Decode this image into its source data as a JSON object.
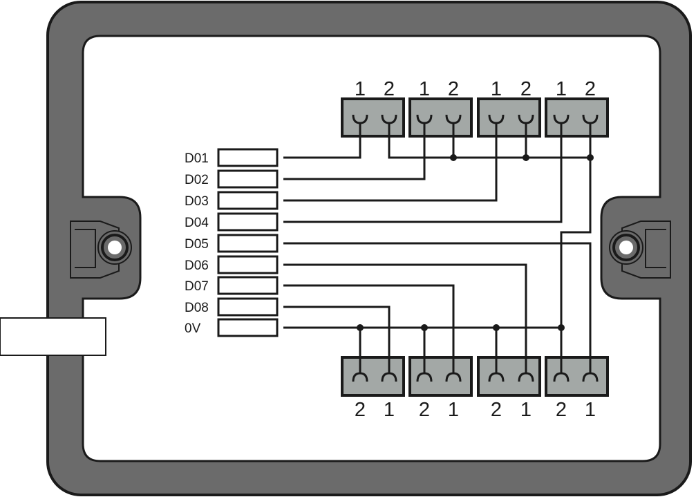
{
  "terminals": [
    {
      "label": "D01"
    },
    {
      "label": "D02"
    },
    {
      "label": "D03"
    },
    {
      "label": "D04"
    },
    {
      "label": "D05"
    },
    {
      "label": "D06"
    },
    {
      "label": "D07"
    },
    {
      "label": "D08"
    },
    {
      "label": "0V"
    }
  ],
  "top_connectors": [
    {
      "pins": [
        "1",
        "2"
      ]
    },
    {
      "pins": [
        "1",
        "2"
      ]
    },
    {
      "pins": [
        "1",
        "2"
      ]
    },
    {
      "pins": [
        "1",
        "2"
      ]
    }
  ],
  "bottom_connectors": [
    {
      "pins": [
        "2",
        "1"
      ]
    },
    {
      "pins": [
        "2",
        "1"
      ]
    },
    {
      "pins": [
        "2",
        "1"
      ]
    },
    {
      "pins": [
        "2",
        "1"
      ]
    }
  ],
  "colors": {
    "housing": "#6b6b6b",
    "connector": "#a3a8a6",
    "wire": "#1a1a1a"
  }
}
